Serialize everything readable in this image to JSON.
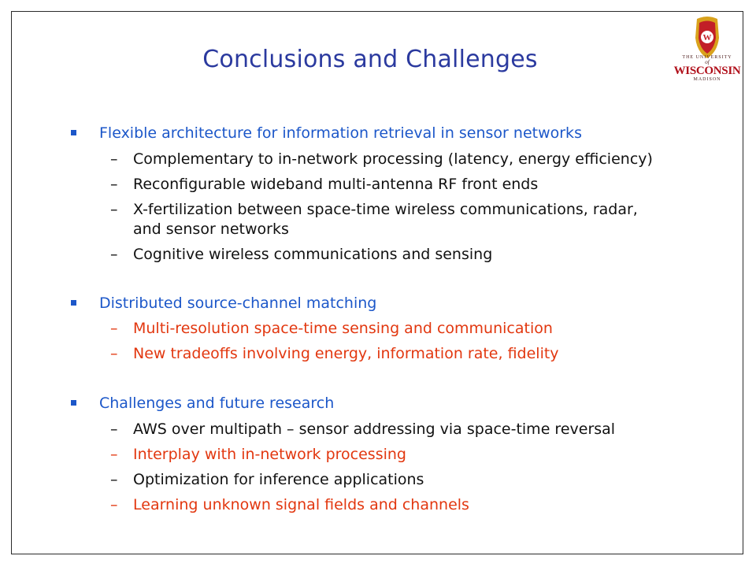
{
  "title": "Conclusions and Challenges",
  "logo": {
    "top_text": "THE UNIVERSITY",
    "middle_text": "of",
    "main_text": "WISCONSIN",
    "bottom_text": "MADISON",
    "crest_letter": "W"
  },
  "colors": {
    "title": "#2b3a9f",
    "blue": "#1c57c9",
    "red": "#e2370f",
    "black": "#111111",
    "crest_red": "#c21f27",
    "crest_gold": "#d9a21c"
  },
  "sections": [
    {
      "heading": "Flexible architecture for information retrieval in sensor networks",
      "items": [
        "Complementary to in-network processing (latency, energy efficiency)",
        "Reconfigurable wideband multi-antenna RF front ends",
        "X-fertilization between space-time wireless communications, radar,",
        "and sensor networks",
        "Cognitive wireless communications and sensing"
      ]
    },
    {
      "heading": "Distributed source-channel matching",
      "items": [
        "Multi-resolution space-time sensing and communication",
        "New tradeoffs involving energy, information rate, fidelity"
      ]
    },
    {
      "heading": "Challenges and future research",
      "items": [
        "AWS over multipath – sensor addressing via space-time reversal",
        "Interplay with in-network processing",
        "Optimization for inference applications",
        "Learning unknown signal fields and channels"
      ]
    }
  ],
  "dash": "–"
}
